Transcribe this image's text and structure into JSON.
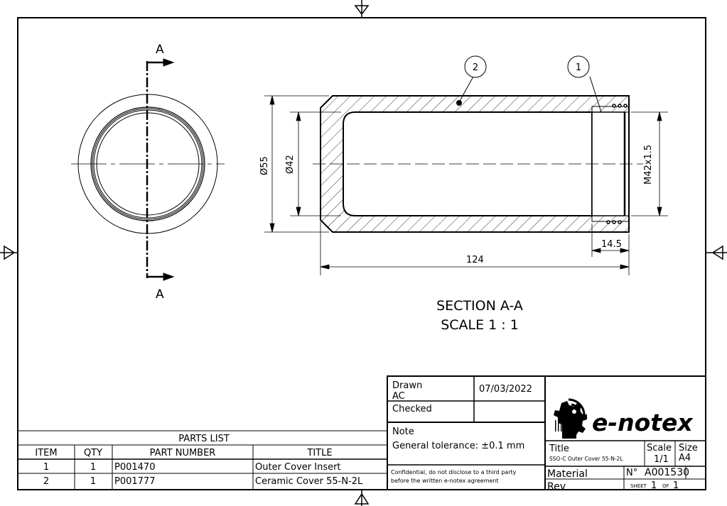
{
  "section_view": {
    "label_top": "A",
    "label_bottom": "A",
    "title": "SECTION A-A",
    "scale": "SCALE 1 : 1"
  },
  "dimensions": {
    "outer_diameter": "Ø55",
    "inner_diameter": "Ø42",
    "thread": "M42x1.5",
    "insert_length": "14.5",
    "total_length": "124"
  },
  "balloons": [
    "1",
    "2"
  ],
  "parts_list": {
    "title": "PARTS LIST",
    "headers": [
      "ITEM",
      "QTY",
      "PART NUMBER",
      "TITLE"
    ],
    "rows": [
      [
        "1",
        "1",
        "P001470",
        "Outer Cover Insert"
      ],
      [
        "2",
        "1",
        "P001777",
        "Ceramic Cover 55-N-2L"
      ]
    ]
  },
  "title_block": {
    "drawn_label": "Drawn",
    "drawn_by": "AC",
    "drawn_date": "07/03/2022",
    "checked_label": "Checked",
    "note_label": "Note",
    "note_text": "General tolerance: ±0.1 mm",
    "confidential_1": "Confidential, do not disclose to a third party",
    "confidential_2": "before the written e-notex agreement",
    "logo_text": "e-notex",
    "title_label": "Title",
    "title_value": "SSO-C Outer Cover 55-N-2L",
    "scale_label": "Scale",
    "scale_value": "1/1",
    "size_label": "Size",
    "size_value": "A4",
    "material_label": "Material",
    "number_label": "N°",
    "number_value": "A001530",
    "rev_label": "Rev",
    "sheet_label": "SHEET",
    "sheet_value": "1",
    "of_label": "OF",
    "of_value": "1"
  }
}
